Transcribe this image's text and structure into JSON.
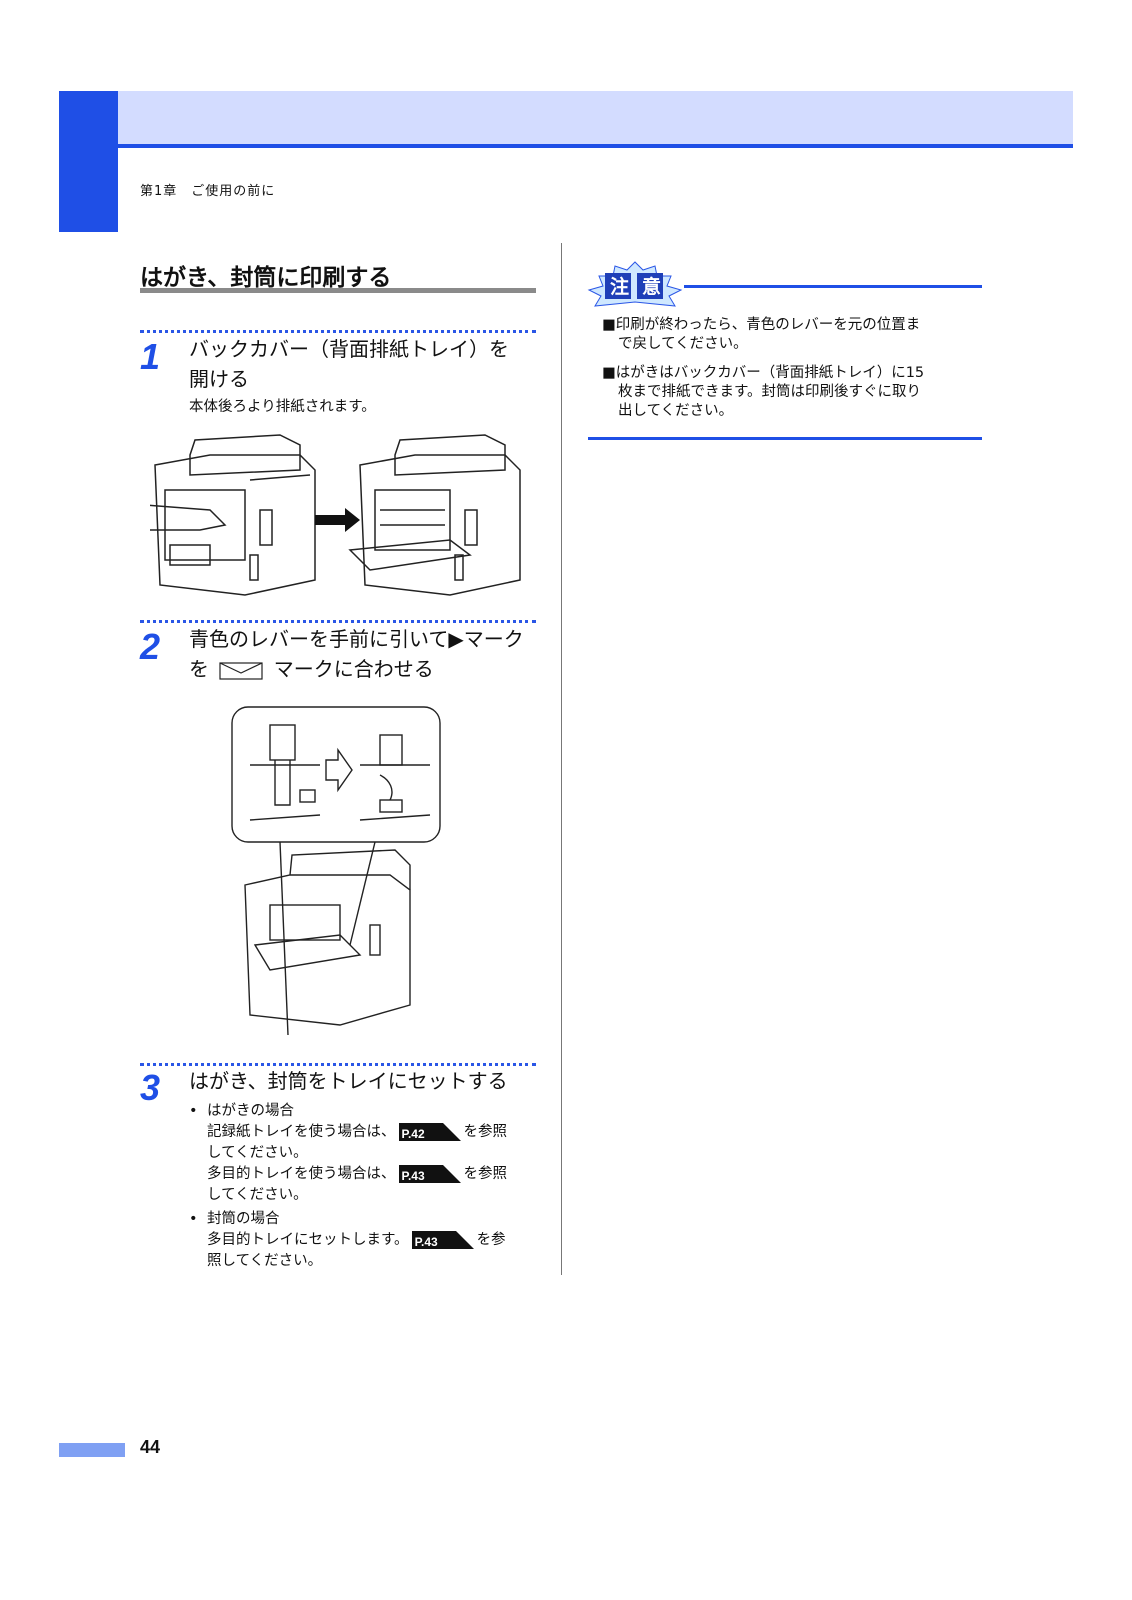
{
  "header": {
    "chapter": "第1章　ご使用の前に"
  },
  "section_title": "はがき、封筒に印刷する",
  "steps": [
    {
      "num": "1",
      "line1": "バックカバー（背面排紙トレイ）を",
      "line2": "開ける",
      "sub": "本体後ろより排紙されます。"
    },
    {
      "num": "2",
      "line1": "青色のレバーを手前に引いて▶マーク",
      "line2_pre": "を",
      "line2_post": "マークに合わせる"
    },
    {
      "num": "3",
      "line1": "はがき、封筒をトレイにセットする"
    }
  ],
  "step3_items": {
    "hagaki_heading": "はがきの場合",
    "kiroku_pre": "記録紙トレイを使う場合は、",
    "kiroku_post": "を参照",
    "kiroku_cont": "してください。",
    "tamokuteki_pre": "多目的トレイを使う場合は、",
    "tamokuteki_post": "を参照",
    "tamokuteki_cont": "してください。",
    "fuutou_heading": "封筒の場合",
    "fuutou_pre": "多目的トレイにセットします。",
    "fuutou_post": "を参",
    "fuutou_cont": "照してください。",
    "bullet": "•"
  },
  "refs": {
    "p42": "P.42",
    "p43a": "P.43",
    "p43b": "P.43"
  },
  "caution": {
    "badge_a": "注",
    "badge_b": "意",
    "note1_l1": "■印刷が終わったら、青色のレバーを元の位置ま",
    "note1_l2": "で戻してください。",
    "note2_l1": "■はがきはバックカバー（背面排紙トレイ）に15",
    "note2_l2": "枚まで排紙できます。封筒は印刷後すぐに取り",
    "note2_l3": "出してください。"
  },
  "page_number": "44",
  "colors": {
    "accent": "#1f4fe6",
    "band": "#d3dcff"
  }
}
